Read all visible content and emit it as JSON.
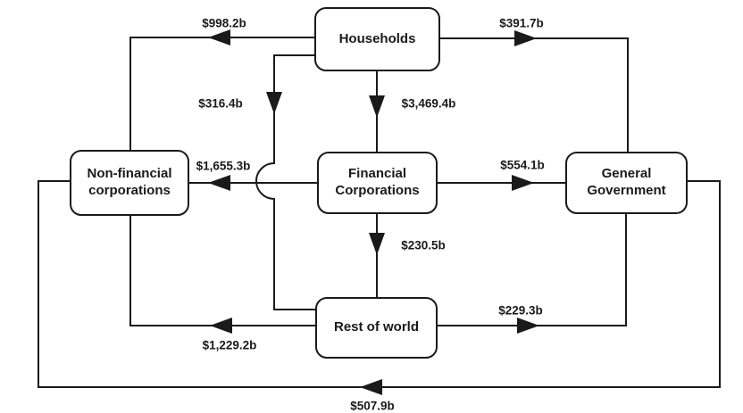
{
  "diagram": {
    "nodes": [
      {
        "id": "households",
        "label": "Households"
      },
      {
        "id": "non-financial-corporations",
        "label": "Non-financial corporations"
      },
      {
        "id": "financial-corporations",
        "label": "Financial Corporations"
      },
      {
        "id": "general-government",
        "label": "General Government"
      },
      {
        "id": "rest-of-world",
        "label": "Rest of world"
      }
    ],
    "edges": [
      {
        "from": "Households",
        "to": "Non-financial corporations",
        "amount": "$998.2b"
      },
      {
        "from": "Households",
        "to": "General Government",
        "amount": "$391.7b"
      },
      {
        "from": "Households",
        "to": "Rest of world",
        "amount": "$316.4b"
      },
      {
        "from": "Households",
        "to": "Financial Corporations",
        "amount": "$3,469.4b"
      },
      {
        "from": "Financial Corporations",
        "to": "Non-financial corporations",
        "amount": "$1,655.3b"
      },
      {
        "from": "Financial Corporations",
        "to": "General Government",
        "amount": "$554.1b"
      },
      {
        "from": "Financial Corporations",
        "to": "Rest of world",
        "amount": "$230.5b"
      },
      {
        "from": "Rest of world",
        "to": "Non-financial corporations",
        "amount": "$1,229.2b"
      },
      {
        "from": "Rest of world",
        "to": "General Government",
        "amount": "$229.3b"
      },
      {
        "from": "General Government",
        "to": "Non-financial corporations",
        "amount": "$507.9b"
      }
    ]
  },
  "colors": {
    "line": "#1a1a1a",
    "background": "#ffffff"
  }
}
